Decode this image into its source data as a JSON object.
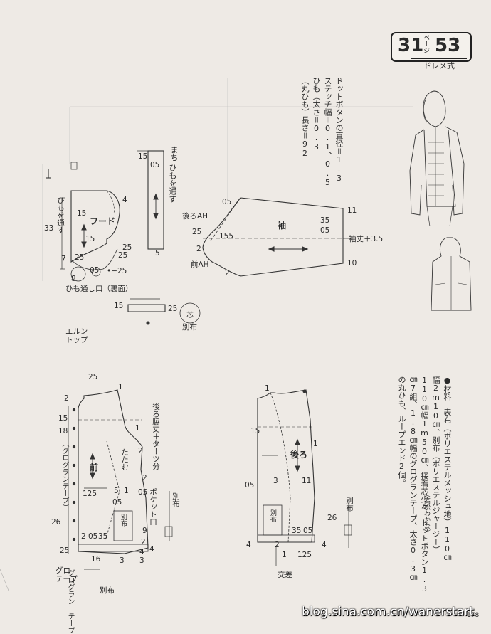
{
  "badge": {
    "pattern_page": "31",
    "page_word": "ページ",
    "item_number": "53",
    "style_name": "ドレメ式"
  },
  "notes_top": {
    "line1": "ドットボタンの直径＝1.3",
    "line2": "ステッチ幅＝0.1、0.5",
    "line3": "ひも（太さ＝0.3",
    "line4": "（丸ひも）長さ＝92"
  },
  "materials": {
    "line1": "●材料　表布（ポリエステルメッシュ地）110㎝",
    "line2": "幅2m10㎝、別布（ポリエステルジャージー）",
    "line3": "110㎝幅1m50㎝、接着芯少々、ドットボタン1.3",
    "line4": "㎝7組、1.8㎝幅のグログランテープ、太さ0.3㎝",
    "line5": "の丸ひも、ループエンド2個。",
    "credit": "（高松わかな）"
  },
  "hood": {
    "name": "フード",
    "tie_label": "ひもを通す",
    "height": "33",
    "top_gap": "15",
    "corner_4": "4",
    "corner_25a": "25",
    "corner_25b": "25",
    "left_7": "7",
    "left_25": "25",
    "bot_05": "05",
    "bot_8": "8",
    "bot_minus25": "•−25",
    "tie_hole": "ひも通し口（裏面）",
    "elastic_label": "エルン\nトップ",
    "v15": "15"
  },
  "tie_strip": {
    "label_machi": "まち",
    "label_tie": "ひもを通す",
    "top": "15",
    "top_05": "05",
    "bottom": "5"
  },
  "patch": {
    "w": "15",
    "r": "25",
    "label": "芯",
    "fabric": "別布"
  },
  "sleeve": {
    "name": "袖",
    "back_ah": "後ろAH",
    "front_ah": "前AH",
    "cap_05": "05",
    "cap_25": "25",
    "cap_155": "155",
    "cap_2a": "2",
    "cap_2b": "2",
    "top_right": "11",
    "bottom_right": "10",
    "right_35": "35",
    "right_05": "05",
    "length_note": "袖丈＋3.5"
  },
  "front": {
    "name": "前",
    "tuck": "たたむ",
    "back_note": "後ろ脇丈＋ターツ分",
    "pocket": "ポケット口",
    "grosgrain": "（グログランテープ）",
    "fabric": "別布",
    "n25_top": "25",
    "n1_top": "1",
    "n2_left": "2",
    "n15": "15",
    "n18": "18",
    "n1a": "1",
    "n2a": "2",
    "n2b": "2",
    "n05a": "05",
    "n125": "125",
    "n5": "5",
    "n05b": "05",
    "n1b": "1",
    "n26": "26",
    "n9": "9",
    "n2c": "2",
    "n05c": "05",
    "n35": "35",
    "n16": "16",
    "n25_bot": "25",
    "n3a": "3",
    "n3b": "3",
    "n4": "4",
    "n2_bot": "2",
    "n4_bot": "4",
    "grosgrain2": "グログラン\nテープ",
    "grosgrain3": "グロ\nテープ",
    "fabric2": "別布"
  },
  "back": {
    "name": "後ろ",
    "cross": "交差",
    "fabric": "別布",
    "n1": "1",
    "n15": "15",
    "n05": "05",
    "n3": "3",
    "n11": "11",
    "n26": "26",
    "n35": "35",
    "n05b": "05",
    "n1b": "1",
    "n125": "125",
    "n4a": "4",
    "n4b": "4",
    "n2": "2",
    "n1c": "1"
  },
  "watermark": "blog.sina.com.cn/wanerstart",
  "page_number": "178"
}
